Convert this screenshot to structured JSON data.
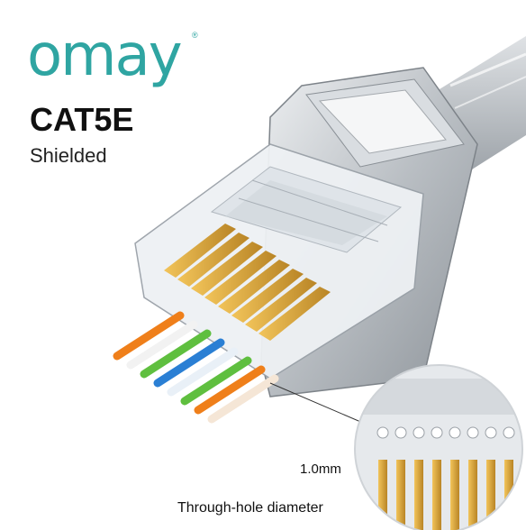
{
  "brand": {
    "name": "omay",
    "registered": "®",
    "color": "#2fa5a2"
  },
  "product": {
    "title": "CAT5E",
    "subtitle": "Shielded"
  },
  "callout": {
    "measurement": "1.0mm",
    "caption": "Through-hole diameter"
  },
  "colors": {
    "gold": "#d9a43a",
    "metal": "#c4c8cc",
    "wire_orange": "#ef7f1a",
    "wire_green": "#5fbf3f",
    "wire_blue": "#2a7fd4",
    "wire_brown": "#9a6a3a"
  }
}
